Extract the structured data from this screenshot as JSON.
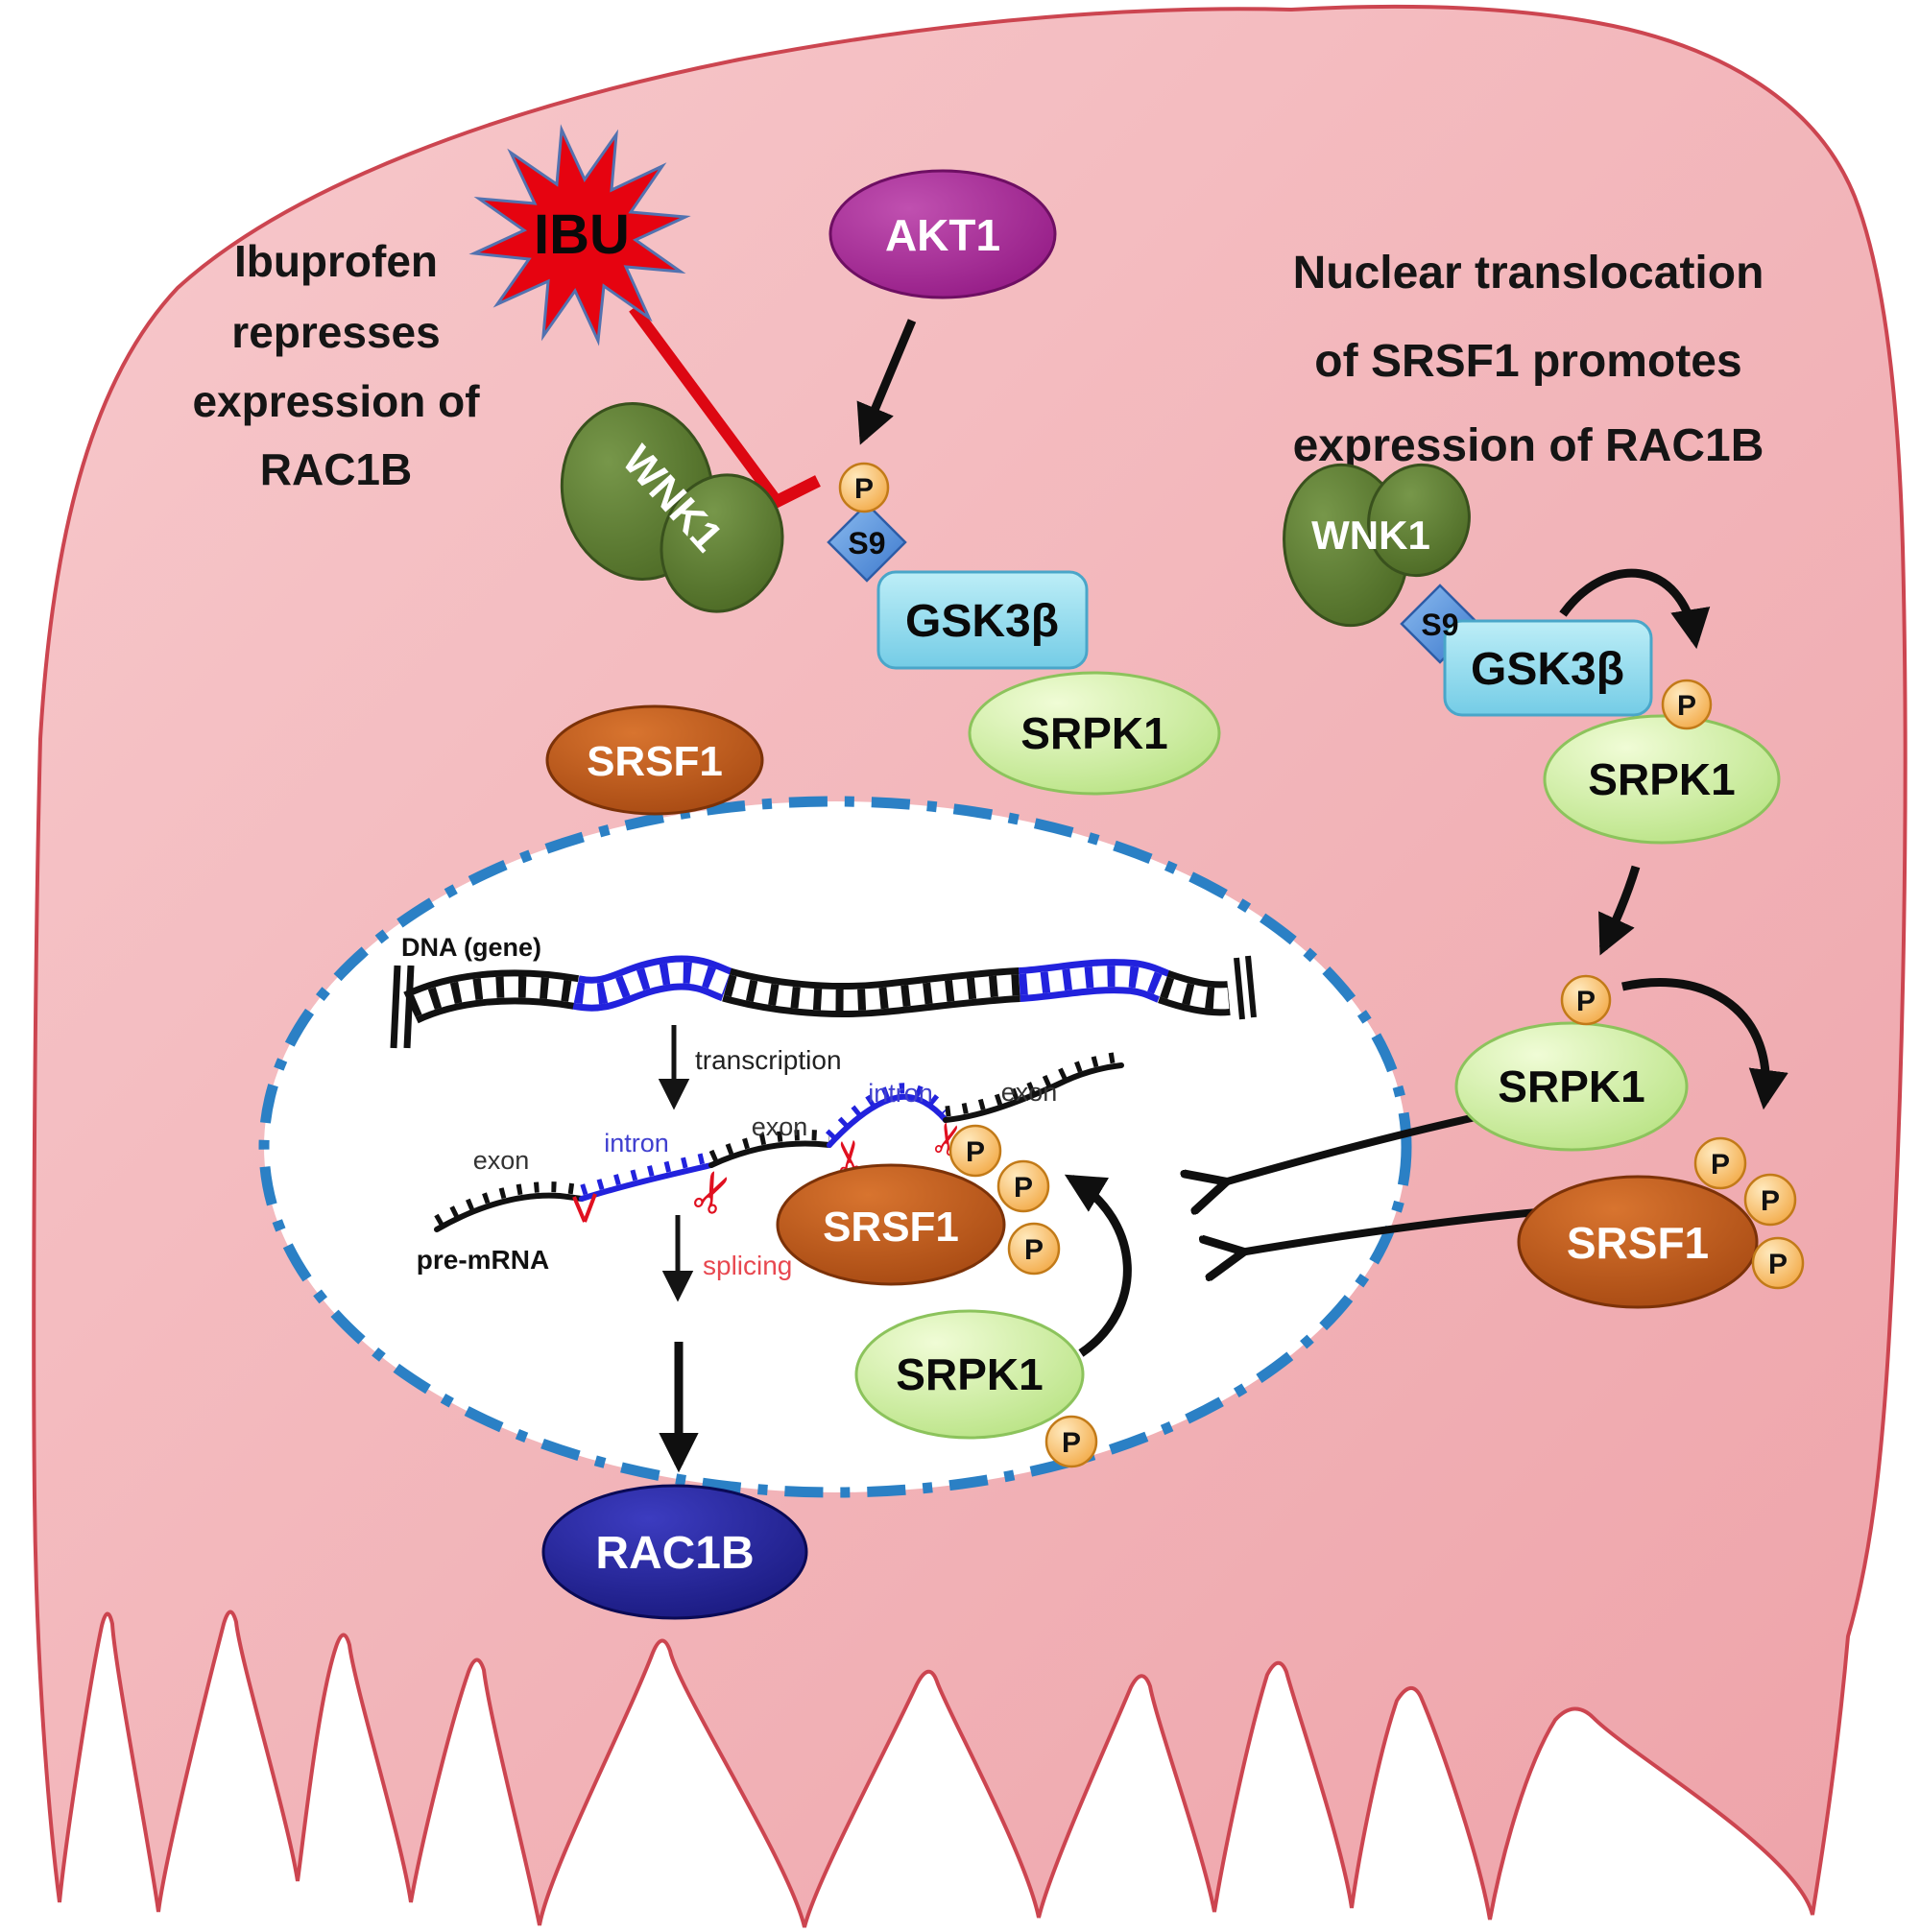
{
  "annotations": {
    "left": {
      "lines": [
        "Ibuprofen",
        "represses",
        "expression of",
        "RAC1B"
      ]
    },
    "right": {
      "lines": [
        "Nuclear translocation",
        "of SRSF1 promotes",
        "expression of RAC1B"
      ]
    }
  },
  "proteins": {
    "ibu": "IBU",
    "akt1": "AKT1",
    "wnk1": "WNK1",
    "gsk3b": "GSK3β",
    "srpk1": "SRPK1",
    "srsf1": "SRSF1",
    "rac1b": "RAC1B"
  },
  "tags": {
    "s9": "S9",
    "phospho": "P"
  },
  "nucleus": {
    "dna_label": "DNA (gene)",
    "transcription_label": "transcription",
    "exon_label": "exon",
    "intron_label": "intron",
    "pre_mrna_label": "pre-mRNA",
    "splicing_label": "splicing"
  },
  "colors": {
    "cell_fill_light": "#f7c9cc",
    "cell_fill_dark": "#eea3a9",
    "cell_border": "#cc4550",
    "nucleus_border": "#2b80c5",
    "ibu_red": "#e60310",
    "inhibit_red": "#dd0712",
    "akt1_purple": "#8e1480",
    "wnk1_green": "#46631f",
    "gsk3b_blue": "#8fd8ec",
    "srpk1_green": "#aede74",
    "srsf1_orange": "#9c400c",
    "rac1b_navy": "#121270",
    "p_orange": "#f09c2e",
    "s9_blue": "#3c78cc",
    "intron_blue": "#3a3acc",
    "exon_black": "#111111",
    "splicing_red": "#e84850"
  }
}
